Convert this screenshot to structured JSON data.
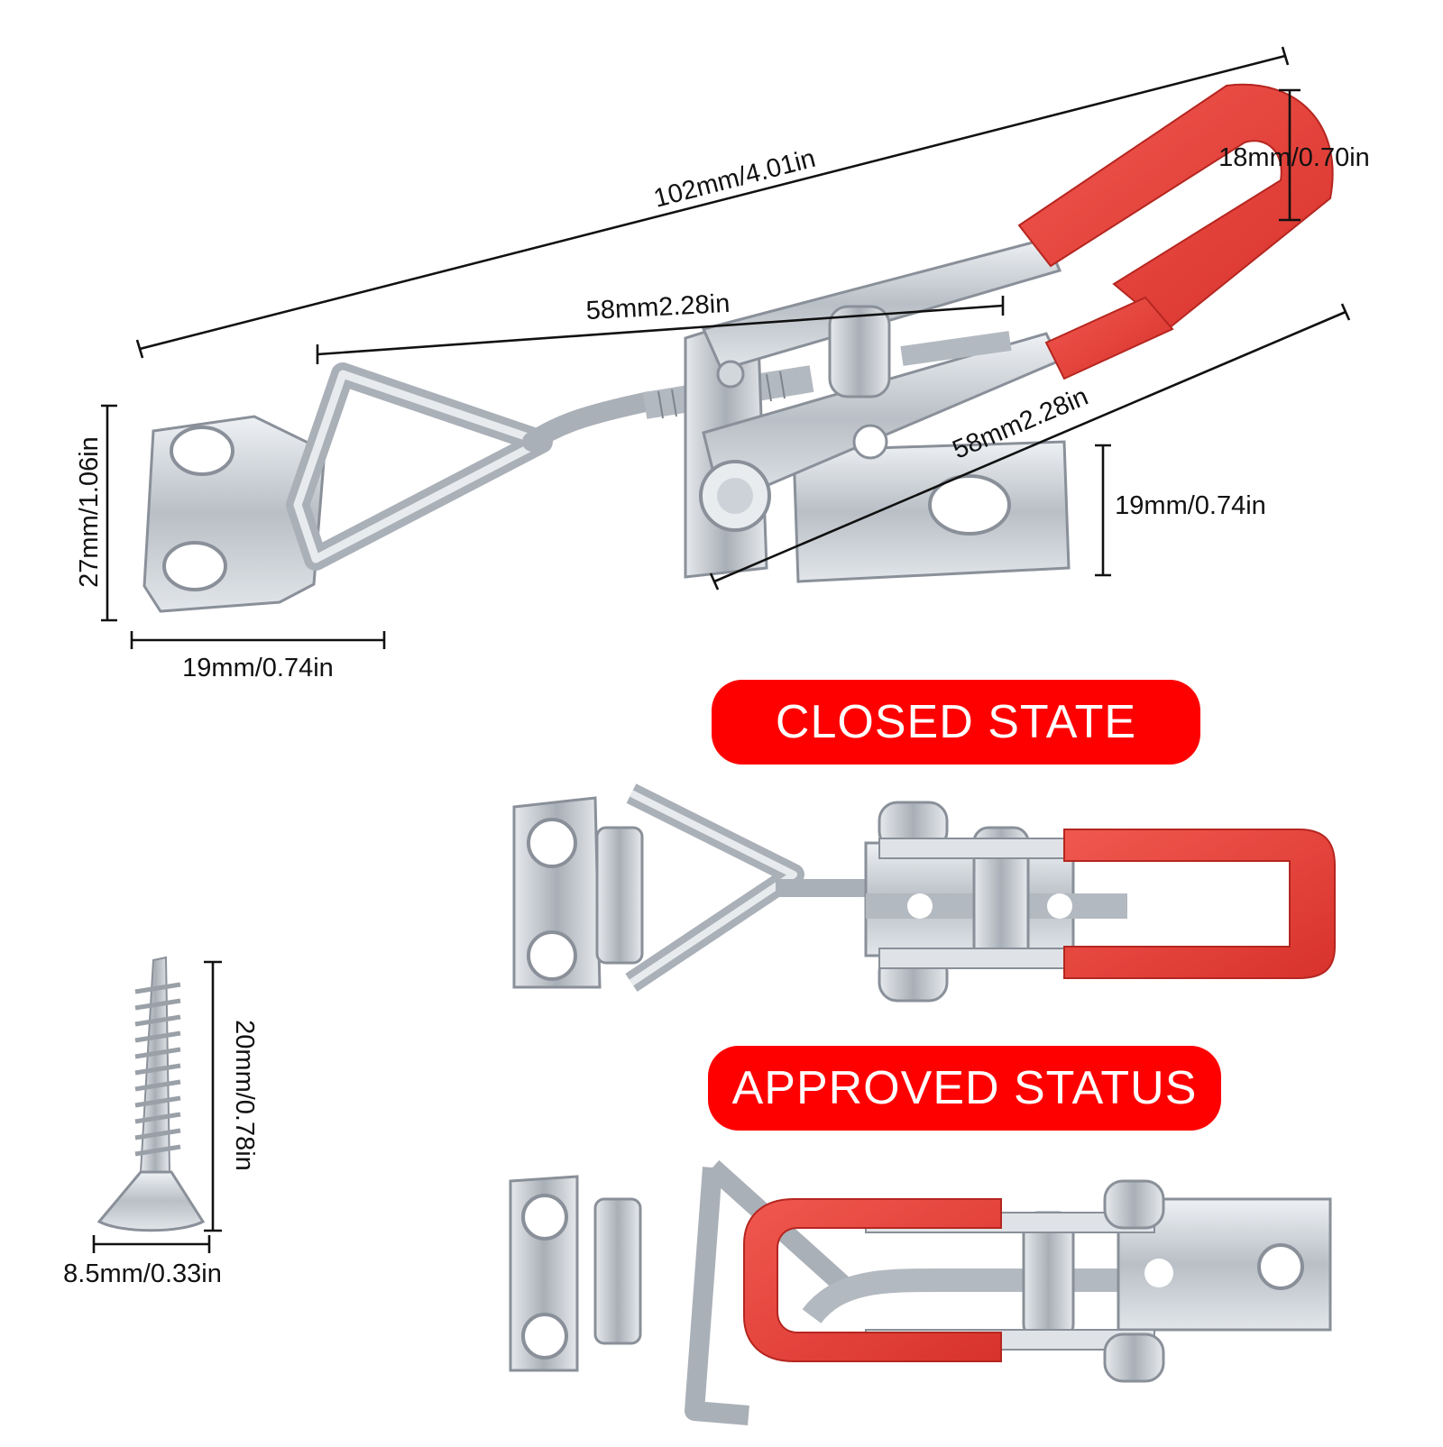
{
  "dimensions": {
    "total_length": "102mm/4.01in",
    "handle_width": "18mm/0.70in",
    "upper_span": "58mm2.28in",
    "lower_span": "58mm2.28in",
    "plate_height": "27mm/1.06in",
    "plate_width": "19mm/0.74in",
    "base_width": "19mm/0.74in",
    "screw_length": "20mm/0.78in",
    "screw_head": "8.5mm/0.33in"
  },
  "labels": {
    "closed": "CLOSED STATE",
    "approved": "APPROVED STATUS"
  },
  "colors": {
    "accent_red": "#ff0000",
    "handle_red": "#e8403a",
    "steel": "#c9ced4",
    "steel_dark": "#8a9099"
  },
  "icons": [
    "toggle-latch-clamp-image",
    "screw-image"
  ]
}
